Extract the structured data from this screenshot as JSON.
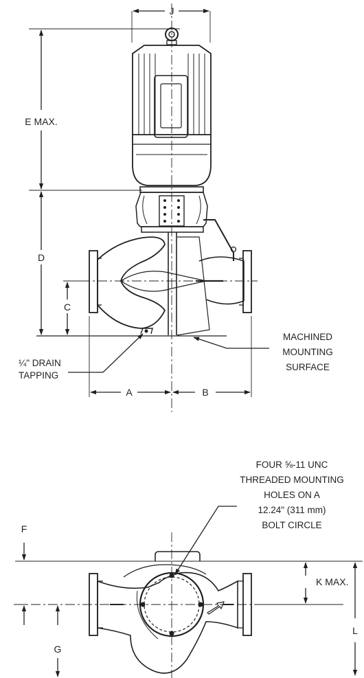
{
  "labels": {
    "j": "J",
    "e_max": "E MAX.",
    "d": "D",
    "c": "C",
    "a": "A",
    "b": "B",
    "f": "F",
    "g": "G",
    "k_max": "K MAX.",
    "l": "L"
  },
  "notes": {
    "drain_line1": "¼\" DRAIN",
    "drain_line2": "TAPPING",
    "machined_line1": "MACHINED",
    "machined_line2": "MOUNTING",
    "machined_line3": "SURFACE",
    "holes_line1": "FOUR ⅝-11 UNC",
    "holes_line2": "THREADED MOUNTING",
    "holes_line3": "HOLES ON A",
    "holes_line4": "12.24\" (311 mm)",
    "holes_line5": "BOLT CIRCLE"
  },
  "colors": {
    "ink": "#231f20",
    "fill_light": "#ffffff"
  }
}
